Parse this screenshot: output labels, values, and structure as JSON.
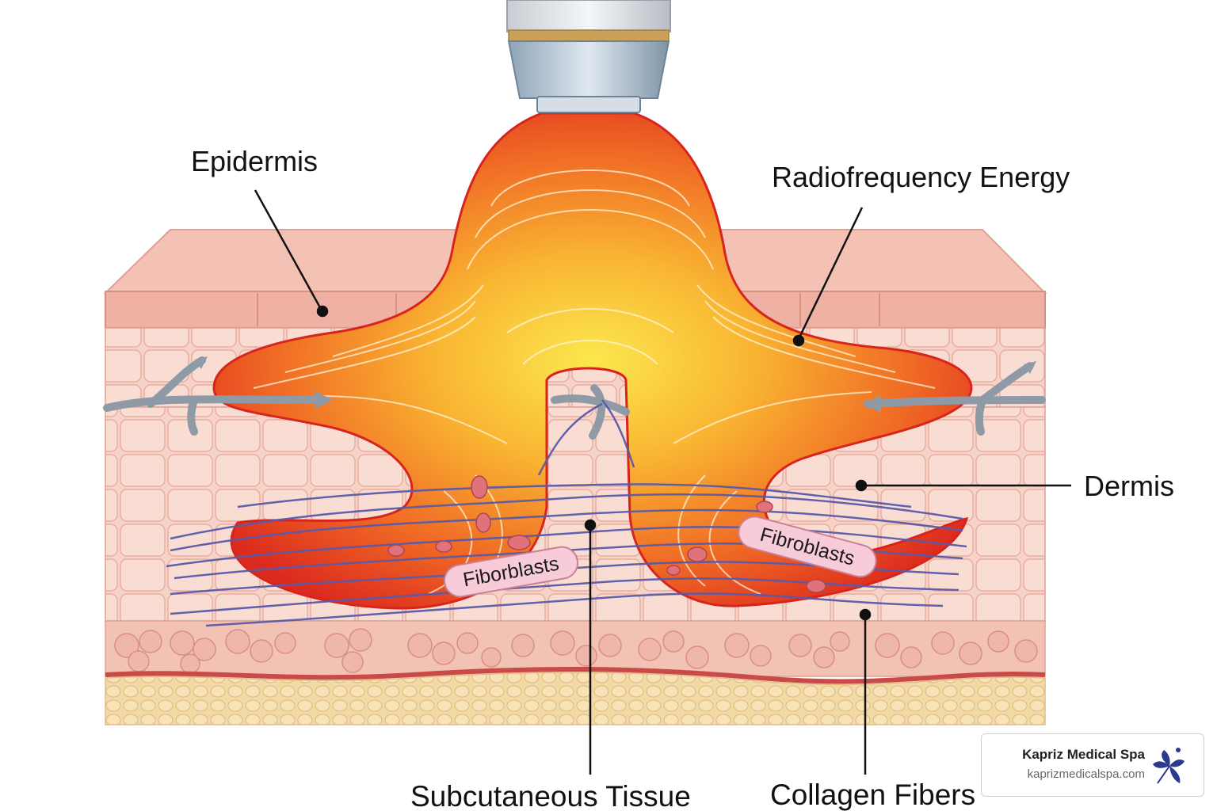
{
  "labels": {
    "epidermis": "Epidermis",
    "rf_energy": "Radiofrequency Energy",
    "dermis": "Dermis",
    "subcutaneous": "Subcutaneous Tissue",
    "collagen": "Collagen Fibers",
    "fibroblasts_left": "Fiborblasts",
    "fibroblasts_right": "Fibroblasts"
  },
  "brand": {
    "name": "Kapriz Medical Spa",
    "url": "kaprizmedicalspa.com",
    "logo_icon": "leaf-flower-icon"
  },
  "colors": {
    "skin": "#f6d0c4",
    "epidermis": "#ecaea0",
    "energy_outer": "#e0261e",
    "energy_core": "#fbe54a",
    "fat": "#f2d59c",
    "collagen": "#5a5aa8",
    "brand": "#2b3a8f"
  }
}
